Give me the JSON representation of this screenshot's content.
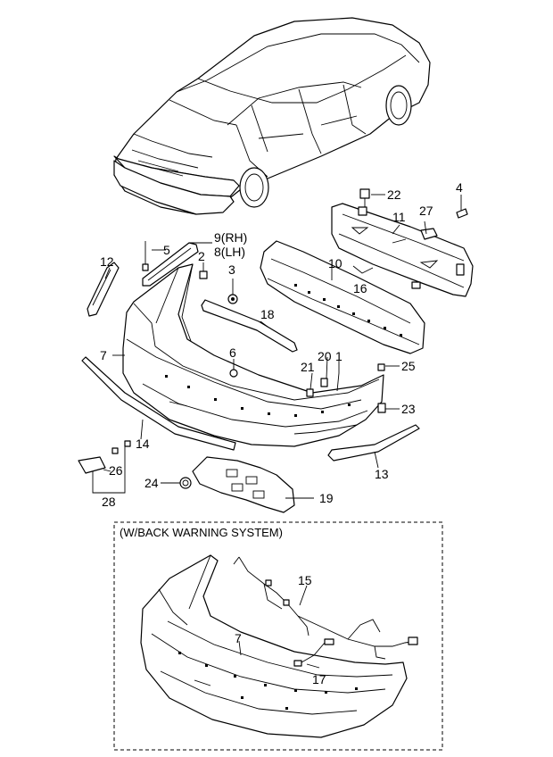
{
  "callouts": {
    "c1": "1",
    "c2": "2",
    "c3": "3",
    "c4": "4",
    "c5": "5",
    "c6": "6",
    "c7": "7",
    "c8": "8(LH)",
    "c9": "9(RH)",
    "c10": "10",
    "c11": "11",
    "c12": "12",
    "c13": "13",
    "c14": "14",
    "c15": "15",
    "c16": "16",
    "c17": "17",
    "c18": "18",
    "c19": "19",
    "c20": "20",
    "c21": "21",
    "c22": "22",
    "c23": "23",
    "c24": "24",
    "c25": "25",
    "c26": "26",
    "c27": "27",
    "c28": "28",
    "c7b": "7"
  },
  "inset": {
    "title": "(W/BACK WARNING SYSTEM)"
  }
}
